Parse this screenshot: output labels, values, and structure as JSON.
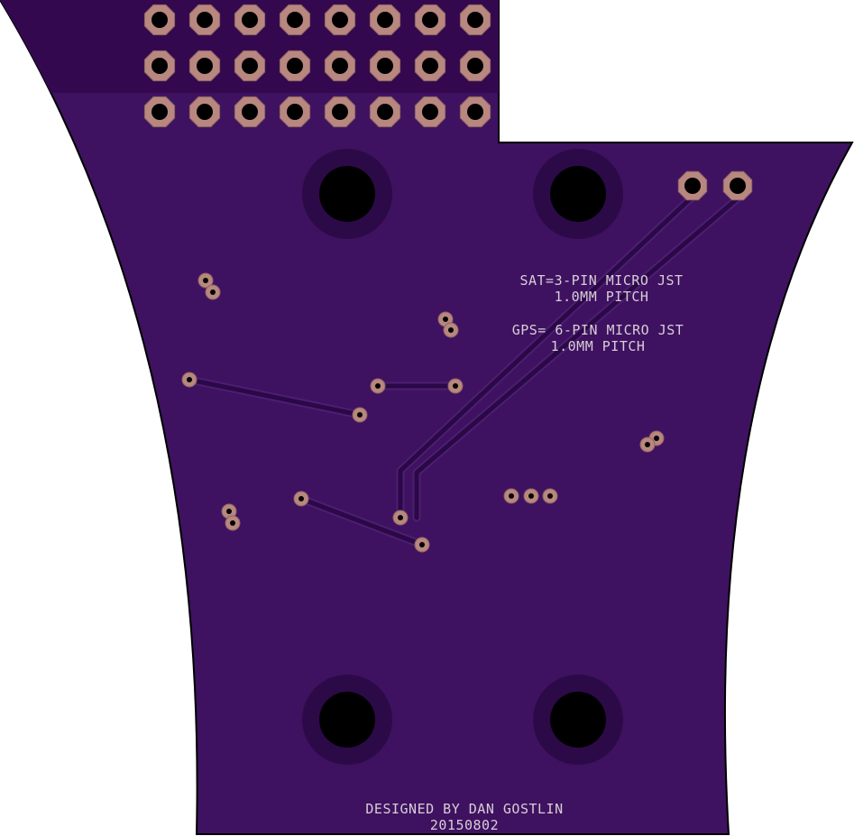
{
  "board": {
    "colors": {
      "board_fill": "#3e1260",
      "board_outline": "#000000",
      "header_shadow": "#33084f",
      "trace": "#2b0846",
      "trace_edge": "#4c1e72",
      "pad_copper": "#b8877f",
      "pad_ring": "#8e6561",
      "hole": "#000000",
      "hole_clearance": "#2c0a47",
      "silkscreen": "#d8cdd6"
    },
    "header": {
      "rows": 3,
      "cols": 8
    },
    "mounting_holes": 4,
    "connector_pins": 2
  },
  "silkscreen": {
    "sat_line1": "SAT=3-PIN MICRO JST",
    "sat_line2": "1.0MM PITCH",
    "gps_line1": "GPS= 6-PIN MICRO JST",
    "gps_line2": "1.0MM PITCH",
    "designer": "DESIGNED BY DAN GOSTLIN",
    "date": "20150802"
  }
}
